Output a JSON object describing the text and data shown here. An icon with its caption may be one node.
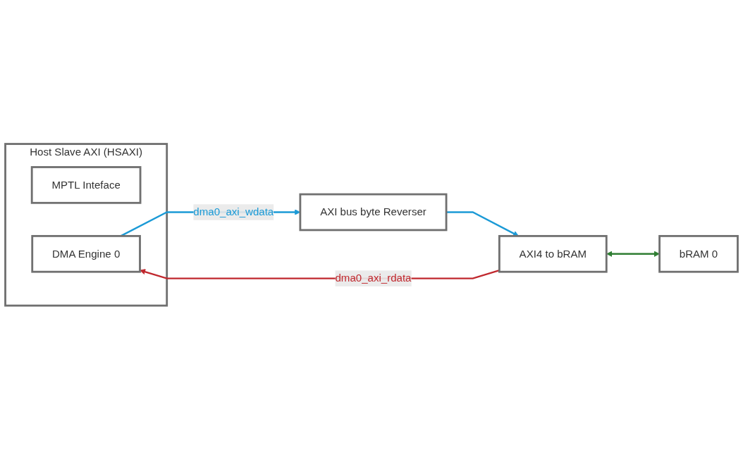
{
  "diagram": {
    "nodes": [
      {
        "text": [
          "Host Slave AXI (HSAXI)"
        ]
      },
      {
        "text": [
          "MPTL Inteface"
        ],
        "in": 0
      },
      {
        "text": [
          "DMA Engine 0"
        ],
        "in": 0
      },
      {
        "text": [
          "AXI bus byte Reverser"
        ]
      },
      {
        "text": [
          "AXI4 to bRAM"
        ]
      },
      {
        "text": [
          "bRAM 0"
        ]
      }
    ],
    "edges": [
      {
        "from": 2,
        "to": 3,
        "arrow": "to",
        "label": "dma0_axi_wdata",
        "color": "#1b9ad6"
      },
      {
        "from": 4,
        "to": 2,
        "arrow": "to",
        "label": "dma0_axi_rdata",
        "color": "#c0282e"
      },
      {
        "from": 3,
        "to": 4,
        "arrow": "to",
        "color": "#1b9ad6"
      },
      {
        "from": 4,
        "to": 5,
        "arrow": "both",
        "color": "#2e7d32"
      }
    ]
  }
}
